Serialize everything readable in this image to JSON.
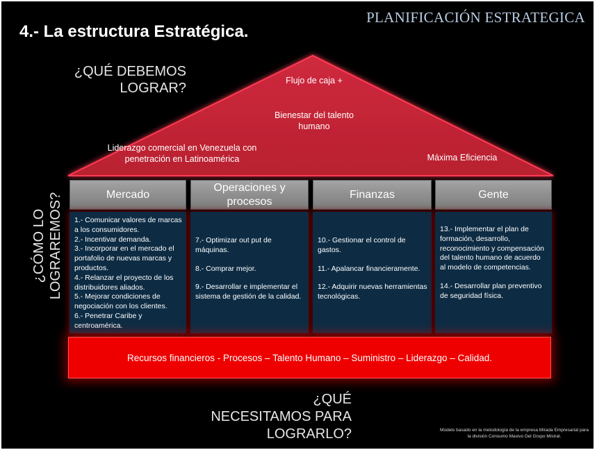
{
  "header": {
    "brand": "PLANIFICACIÓN ESTRATEGICA",
    "title": "4.- La estructura Estratégica."
  },
  "questions": {
    "top": "¿QUÉ DEBEMOS LOGRAR?",
    "side": "¿CÓMO LO LOGRAREMOS?",
    "bottom": "¿QUÉ NECESITAMOS PARA LOGRARLO?"
  },
  "roof": {
    "goals": [
      "Flujo de caja +",
      "Bienestar del talento humano",
      "Liderazgo comercial en Venezuela con penetración en Latinoamérica",
      "Máxima Eficiencia"
    ]
  },
  "pillars": [
    {
      "title": "Mercado",
      "items": [
        "1.- Comunicar valores de marcas a los consumidores.",
        "2.- Incentivar demanda.",
        "3.- Incorporar en el mercado el portafolio de nuevas marcas y productos.",
        "4.- Relanzar el proyecto de los distribuidores aliados.",
        "5.- Mejorar condiciones de negociación con  los clientes.",
        "6.- Penetrar Caribe y centroamérica."
      ]
    },
    {
      "title": "Operaciones  y procesos",
      "items": [
        "7.- Optimizar out put de máquinas.",
        "8.- Comprar mejor.",
        "9.- Desarrollar e implementar el sistema de gestión de la calidad."
      ]
    },
    {
      "title": "Finanzas",
      "items": [
        "10.- Gestionar el control de gastos.",
        "11.- Apalancar financieramente.",
        "12.- Adquirir nuevas herramientas tecnológicas."
      ]
    },
    {
      "title": "Gente",
      "items": [
        "13.- Implementar el plan de formación, desarrollo, reconocimiento y compensación del talento humano de acuerdo al modelo de competencias.",
        "14.- Desarrollar plan preventivo de seguridad física."
      ]
    }
  ],
  "base": {
    "text": "Recursos financieros - Procesos – Talento Humano – Suministro – Liderazgo – Calidad."
  },
  "footnote": "Modelo basado en la metodología de la empresa Mirada Empresarial para la división Consumo Masivo Del Grupo Mistral.",
  "colors": {
    "background": "#000000",
    "roof": "#c8283a",
    "pillar_header": "#8e8e8e",
    "pillar_body": "#0d2c44",
    "base": "#ee0000",
    "brand": "#b9cde3"
  }
}
